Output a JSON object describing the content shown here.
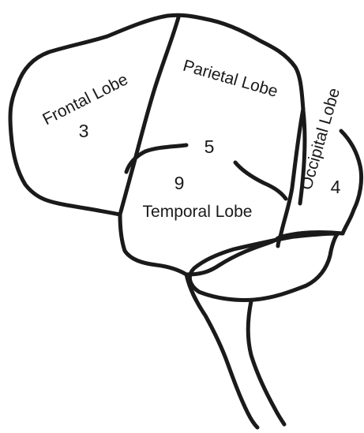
{
  "labels": {
    "frontal": "Frontal Lobe",
    "parietal": "Parietal Lobe",
    "occipital": "Occipital Lobe",
    "temporal": "Temporal Lobe"
  },
  "numbers": {
    "frontal": "3",
    "parietal": "5",
    "temporal": "9",
    "occipital": "4"
  },
  "colors": {
    "outline": "#1a1a1a",
    "background": "#ffffff"
  }
}
